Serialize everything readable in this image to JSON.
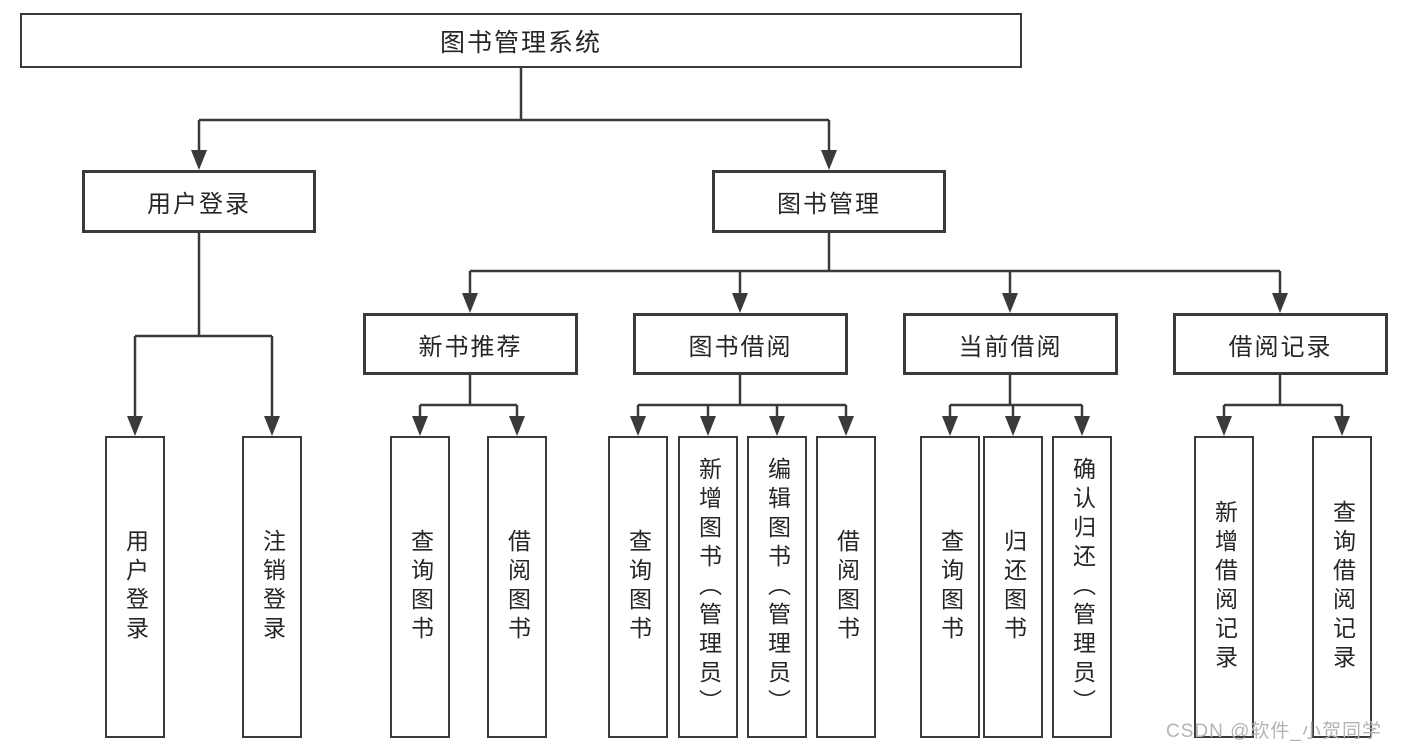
{
  "diagram_type": "hierarchy-tree",
  "watermark": "CSDN @软件_小贺同学",
  "colors": {
    "line": "#3a3a3a",
    "text": "#262626",
    "background": "#ffffff",
    "watermark": "#b4b4b4"
  },
  "tree": {
    "label": "图书管理系统",
    "children": [
      {
        "label": "用户登录",
        "children": [
          {
            "label": "用户登录"
          },
          {
            "label": "注销登录"
          }
        ]
      },
      {
        "label": "图书管理",
        "children": [
          {
            "label": "新书推荐",
            "children": [
              {
                "label": "查询图书"
              },
              {
                "label": "借阅图书"
              }
            ]
          },
          {
            "label": "图书借阅",
            "children": [
              {
                "label": "查询图书"
              },
              {
                "label": "新增图书（管理员）"
              },
              {
                "label": "编辑图书（管理员）"
              },
              {
                "label": "借阅图书"
              }
            ]
          },
          {
            "label": "当前借阅",
            "children": [
              {
                "label": "查询图书"
              },
              {
                "label": "归还图书"
              },
              {
                "label": "确认归还（管理员）"
              }
            ]
          },
          {
            "label": "借阅记录",
            "children": [
              {
                "label": "新增借阅记录"
              },
              {
                "label": "查询借阅记录"
              }
            ]
          }
        ]
      }
    ]
  }
}
